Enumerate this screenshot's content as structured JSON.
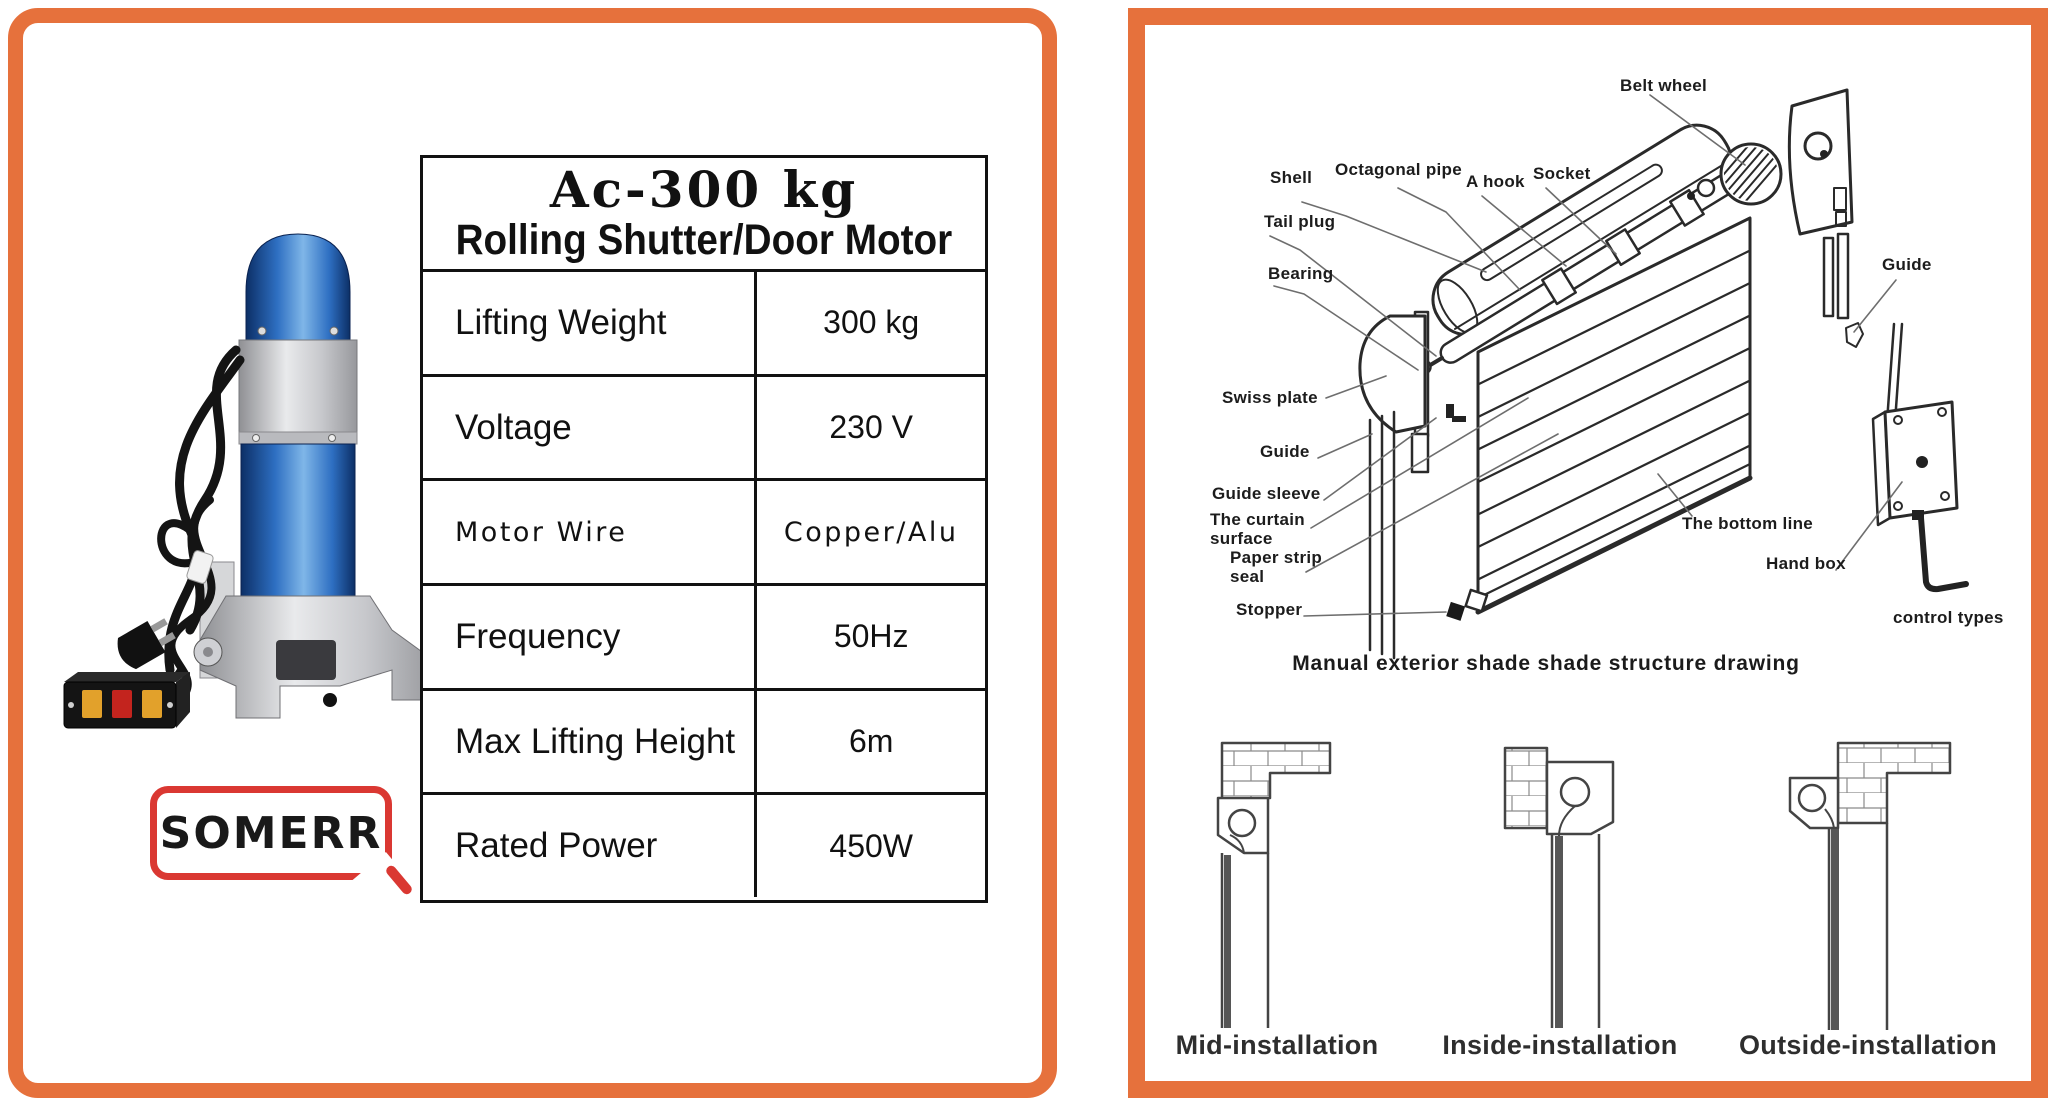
{
  "left_panel": {
    "table": {
      "title": "Ac-300 kg",
      "subtitle": "Rolling Shutter/Door Motor",
      "rows": [
        {
          "label": "Lifting Weight",
          "value": "300 kg"
        },
        {
          "label": "Voltage",
          "value": "230 V"
        },
        {
          "label": "Motor Wire",
          "value": "Copper/Alu"
        },
        {
          "label": "Frequency",
          "value": "50Hz"
        },
        {
          "label": "Max Lifting Height",
          "value": "6m"
        },
        {
          "label": "Rated Power",
          "value": "450W"
        }
      ]
    },
    "logo_text": "SOMERR"
  },
  "right_panel": {
    "caption": "Manual exterior shade shade structure drawing",
    "diagram_labels": [
      {
        "text": "Belt wheel"
      },
      {
        "text": "Shell"
      },
      {
        "text": "Octagonal pipe"
      },
      {
        "text": "A hook"
      },
      {
        "text": "Socket"
      },
      {
        "text": "Tail plug"
      },
      {
        "text": "Bearing"
      },
      {
        "text": "Swiss plate"
      },
      {
        "text": "Guide"
      },
      {
        "text": "Guide sleeve"
      },
      {
        "text": "The curtain surface"
      },
      {
        "text": "Paper strip seal"
      },
      {
        "text": "Stopper"
      },
      {
        "text": "Guide"
      },
      {
        "text": "The bottom line"
      },
      {
        "text": "Hand box"
      },
      {
        "text": "control types"
      }
    ],
    "installations": [
      {
        "label": "Mid-installation"
      },
      {
        "label": "Inside-installation"
      },
      {
        "label": "Outside-installation"
      }
    ]
  },
  "colors": {
    "panel_border": "#E6713C",
    "logo_red": "#DA3832",
    "motor_blue": "#2E6FC2",
    "button_amber": "#E2A12B",
    "button_red": "#C3241E"
  }
}
